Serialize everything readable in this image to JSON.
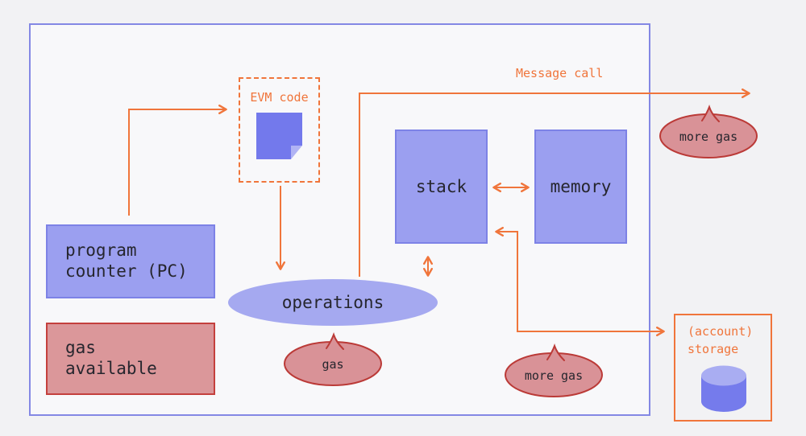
{
  "nodes": {
    "evm_code": {
      "label": "EVM code",
      "icon": "note-page-icon"
    },
    "program_counter": {
      "lines": [
        "program",
        "counter (PC)"
      ]
    },
    "gas_available": {
      "lines": [
        "gas",
        "available"
      ]
    },
    "operations": {
      "label": "operations"
    },
    "stack": {
      "label": "stack"
    },
    "memory": {
      "label": "memory"
    },
    "account_storage": {
      "lines": [
        "(account)",
        "storage"
      ],
      "icon": "database-cylinder-icon"
    }
  },
  "bubbles": {
    "gas": {
      "label": "gas"
    },
    "more_gas_top": {
      "label": "more gas"
    },
    "more_gas_bottom": {
      "label": "more gas"
    }
  },
  "annotations": {
    "message_call": "Message call"
  },
  "colors": {
    "background": "#f2f2f4",
    "outer_border": "#8488e4",
    "node_blue_fill": "#9b9ff0",
    "node_blue_border": "#7d82e6",
    "operations_fill": "#a5a9f0",
    "icon_blue": "#7379ec",
    "icon_blue_light": "#b0b3f4",
    "red_fill": "#db979a",
    "red_border": "#c4403d",
    "bubble_fill": "#d99297",
    "bubble_border": "#bb3a37",
    "accent_orange": "#f0753b",
    "text": "#26262e"
  }
}
